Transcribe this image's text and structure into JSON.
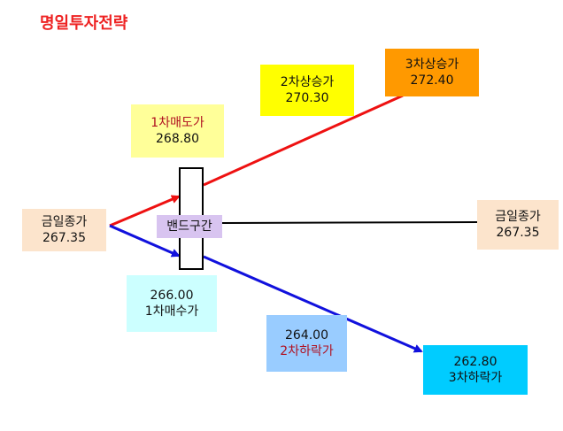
{
  "title": "명일투자전략",
  "nodes": {
    "close_left": {
      "label": "금일종가",
      "value": "267.35",
      "color": "#fce4cc"
    },
    "close_right": {
      "label": "금일종가",
      "value": "267.35",
      "color": "#fce4cc"
    },
    "sell1": {
      "label": "1차매도가",
      "value": "268.80",
      "color": "#ffff99"
    },
    "rise2": {
      "label": "2차상승가",
      "value": "270.30",
      "color": "#ffff00"
    },
    "rise3": {
      "label": "3차상승가",
      "value": "272.40",
      "color": "#ff9900"
    },
    "buy1": {
      "label": "1차매수가",
      "value": "266.00",
      "color": "#ccffff"
    },
    "fall2": {
      "label": "2차하락가",
      "value": "264.00",
      "color": "#99ccff"
    },
    "fall3": {
      "label": "3차하락가",
      "value": "262.80",
      "color": "#00ccff"
    }
  },
  "band": {
    "label": "밴드구간"
  },
  "colors": {
    "up_line": "#ee1111",
    "down_line": "#1111dd",
    "flat_line": "#000000"
  }
}
